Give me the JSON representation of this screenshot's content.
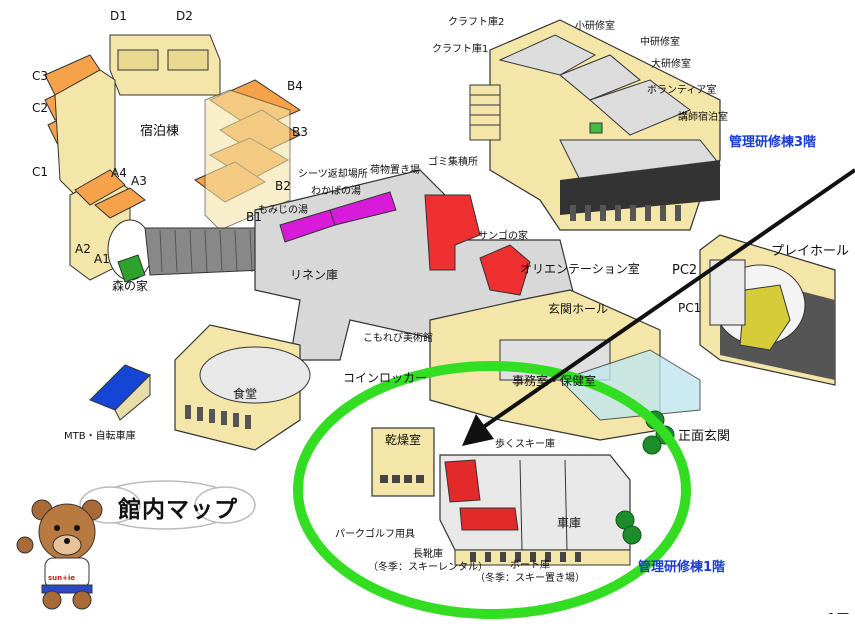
{
  "map": {
    "title": "館内マップ",
    "dormitory": {
      "name": "宿泊棟",
      "units": [
        "D1",
        "D2",
        "C3",
        "C2",
        "C1",
        "A4",
        "A3",
        "A2",
        "A1",
        "B4",
        "B3",
        "B2",
        "B1"
      ]
    },
    "rooms": {
      "mori_no_ie": "森の家",
      "sheets_return": "シーツ返却場所",
      "wakaba_bath": "わかばの湯",
      "momiji_bath": "もみじの湯",
      "luggage": "荷物置き場",
      "garbage": "ゴミ集積所",
      "sango_no_ie": "サンゴの家",
      "orientation": "オリエンテーション室",
      "linen": "リネン庫",
      "entrance_hall": "玄関ホール",
      "komorebi_gallery": "こもれび美術館",
      "coin_locker": "コインロッカー",
      "dining": "食堂",
      "office_health": "事務室・保健室",
      "mtb_bike": "MTB・自転車庫",
      "main_entrance": "正面玄関",
      "play_hall": "プレイホール",
      "pc2": "PC2",
      "pc1": "PC1",
      "craft2": "クラフト庫2",
      "craft1": "クラフト庫1",
      "small_training": "小研修室",
      "medium_training": "中研修室",
      "large_training": "大研修室",
      "volunteer": "ボランティア室",
      "lecturer_room": "講師宿泊室",
      "admin_3f": "管理研修棟3階",
      "admin_1f": "管理研修棟1階",
      "drying": "乾燥室",
      "walking_ski": "歩くスキー庫",
      "garage": "車庫",
      "park_golf": "パークゴルフ用具",
      "long_boots_1": "長靴庫",
      "long_boots_2": "（冬季：スキーレンタル）",
      "boat_1": "ボート庫",
      "boat_2": "（冬季：スキー置き場）"
    },
    "mascot_shirt": "sun+ie",
    "corner_mark": "- —"
  }
}
